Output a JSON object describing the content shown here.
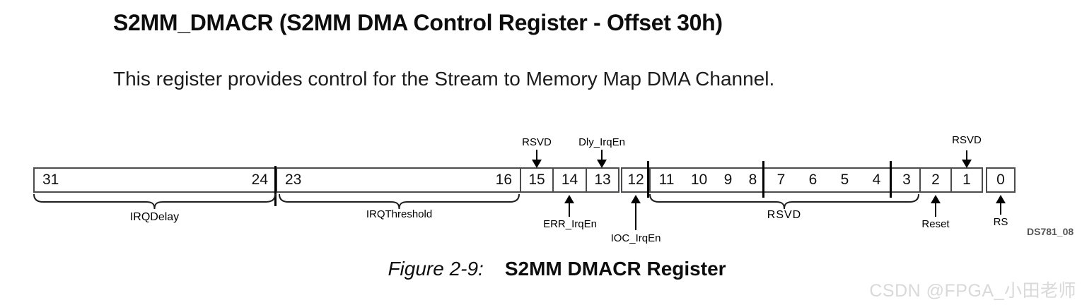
{
  "header": {
    "title": "S2MM_DMACR (S2MM DMA Control Register - Offset 30h)",
    "description": "This register provides control for the Stream to Memory Map DMA Channel."
  },
  "register": {
    "field_irqdelay": {
      "hi": "31",
      "lo": "24",
      "label": "IRQDelay"
    },
    "field_irqthreshold": {
      "hi": "23",
      "lo": "16",
      "label": "IRQThreshold"
    },
    "bit15": {
      "num": "15",
      "label": "RSVD"
    },
    "bit14": {
      "num": "14",
      "label": "ERR_IrqEn"
    },
    "bit13": {
      "num": "13",
      "label": "Dly_IrqEn"
    },
    "bit12": {
      "num": "12",
      "label": "IOC_IrqEn"
    },
    "field_rsvd": {
      "label": "RSVD",
      "bits_a": [
        "11",
        "10",
        "9",
        "8"
      ],
      "bits_b": [
        "7",
        "6",
        "5",
        "4"
      ],
      "bit3": "3"
    },
    "bit2": {
      "num": "2",
      "label": "Reset"
    },
    "bit1": {
      "num": "1",
      "label": "RSVD"
    },
    "bit0": {
      "num": "0",
      "label": "RS"
    },
    "doc_code": "DS781_08"
  },
  "caption": {
    "prefix": "Figure 2-9:",
    "title": "S2MM DMACR Register"
  },
  "watermark": "CSDN @FPGA_小田老师",
  "colors": {
    "cell_border": "#4c4c4e",
    "line": "#000000",
    "doc_code_text": "#545456",
    "watermark_text": "#d9d9d9"
  }
}
